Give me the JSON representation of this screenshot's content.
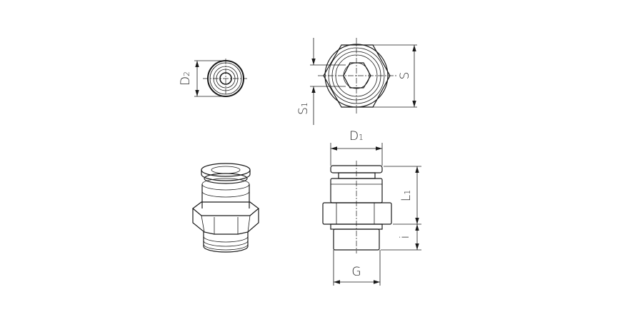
{
  "drawing": {
    "line_color": "#1a1a1a",
    "background": "#ffffff",
    "dimensions": {
      "D2": {
        "main": "D",
        "sub": "2"
      },
      "S": {
        "main": "S",
        "sub": ""
      },
      "S1": {
        "main": "S",
        "sub": "1"
      },
      "D1": {
        "main": "D",
        "sub": "1"
      },
      "L1": {
        "main": "L",
        "sub": "1"
      },
      "i": {
        "main": "i",
        "sub": ""
      },
      "G": {
        "main": "G",
        "sub": ""
      }
    }
  }
}
